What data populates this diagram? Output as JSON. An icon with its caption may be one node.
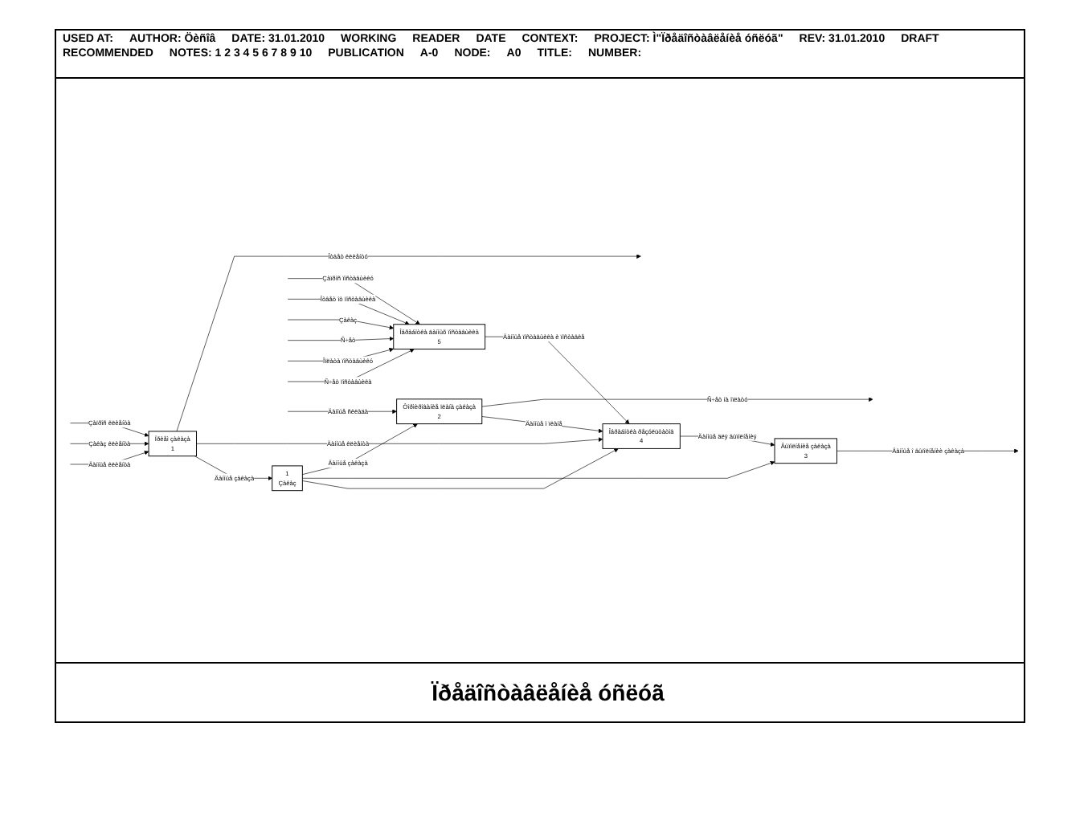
{
  "diagram": {
    "title": "Ïðåäîñòàâëåíèå óñëóã",
    "nodes": [
      {
        "text": [
          "Ïðèåì çàêàçà",
          "1"
        ]
      },
      {
        "text": [
          "1",
          "Çàêàç"
        ]
      },
      {
        "text": [
          "Îáðàáîòêà äàííûõ ïîñòàâùèêà",
          "5"
        ]
      },
      {
        "text": [
          "Ôîðìèðîâàíèå ïëàíà çàêàçà",
          "2"
        ]
      },
      {
        "text": [
          "Îáðàáîòêà ðåçóëüòàòîâ",
          "4"
        ]
      },
      {
        "text": [
          "Âûïîëíåíèå çàêàçà",
          "3"
        ]
      }
    ],
    "edges": [
      {
        "from": null,
        "to": 0,
        "arrow": "to",
        "label": "Çàïðîñ êëèåíòà"
      },
      {
        "from": 0,
        "to": null,
        "arrow": "to",
        "label": "Îòâåò êëèåíòó"
      },
      {
        "from": null,
        "to": 0,
        "arrow": "to",
        "label": "Çàêàç êëèåíòà"
      },
      {
        "from": null,
        "to": 0,
        "arrow": "to",
        "label": "Äàííûå êëèåíòà"
      },
      {
        "from": 0,
        "to": 4,
        "arrow": "to",
        "label": "Äàííûå êëèåíòà"
      },
      {
        "from": 0,
        "to": 1,
        "arrow": "to",
        "label": "Äàííûå çàêàçà"
      },
      {
        "from": 1,
        "to": 3,
        "arrow": "to",
        "label": "Äàííûå çàêàçà"
      },
      {
        "from": 1,
        "to": 5,
        "arrow": "to"
      },
      {
        "from": 1,
        "to": 4,
        "arrow": "to"
      },
      {
        "from": null,
        "to": 2,
        "arrow": "to",
        "label": "Çàïðîñ ïîñòàâùèêó"
      },
      {
        "from": null,
        "to": 2,
        "arrow": "to",
        "label": "Îòâåò îò ïîñòàâùèêà"
      },
      {
        "from": null,
        "to": 2,
        "arrow": "to",
        "label": "Çàêàç"
      },
      {
        "from": null,
        "to": 2,
        "arrow": "to",
        "label": "Ñ÷åò"
      },
      {
        "from": null,
        "to": 2,
        "arrow": "to",
        "label": "Îïëàòà ïîñòàâùèêó"
      },
      {
        "from": null,
        "to": 2,
        "arrow": "to",
        "label": "Ñ÷åò ïîñòàâùèêà"
      },
      {
        "from": 2,
        "to": 4,
        "arrow": "to",
        "label": "Äàííûå ïîñòàâùèêà è ïîñòàâêå"
      },
      {
        "from": 3,
        "to": null,
        "arrow": "to",
        "label": "Ñ÷åò íà îïëàòó"
      },
      {
        "from": null,
        "to": 3,
        "arrow": "to",
        "label": "Äàííûå ñêëàäà"
      },
      {
        "from": 3,
        "to": 4,
        "arrow": "to",
        "label": "Äàííûå î ïëàíå"
      },
      {
        "from": 5,
        "to": null,
        "arrow": "to",
        "label": "Äàííûå î âûïîëíåíèè çàêàçà"
      },
      {
        "from": 4,
        "to": 5,
        "arrow": "to",
        "label": "Äàííûå äëÿ âûïîëíåíèÿ"
      }
    ],
    "labels": [
      "USED AT:",
      "AUTHOR: Öèñîâ",
      "DATE: 31.01.2010",
      "WORKING",
      "READER",
      "DATE",
      "CONTEXT:",
      "PROJECT: Ì\"Ïðåäîñòàâëåíèå óñëóã\"",
      "REV: 31.01.2010",
      "DRAFT",
      "RECOMMENDED",
      "NOTES: 1 2 3 4 5 6 7 8 9 10",
      "PUBLICATION",
      "A-0",
      "NODE:",
      "A0",
      "TITLE:",
      "NUMBER:"
    ]
  }
}
